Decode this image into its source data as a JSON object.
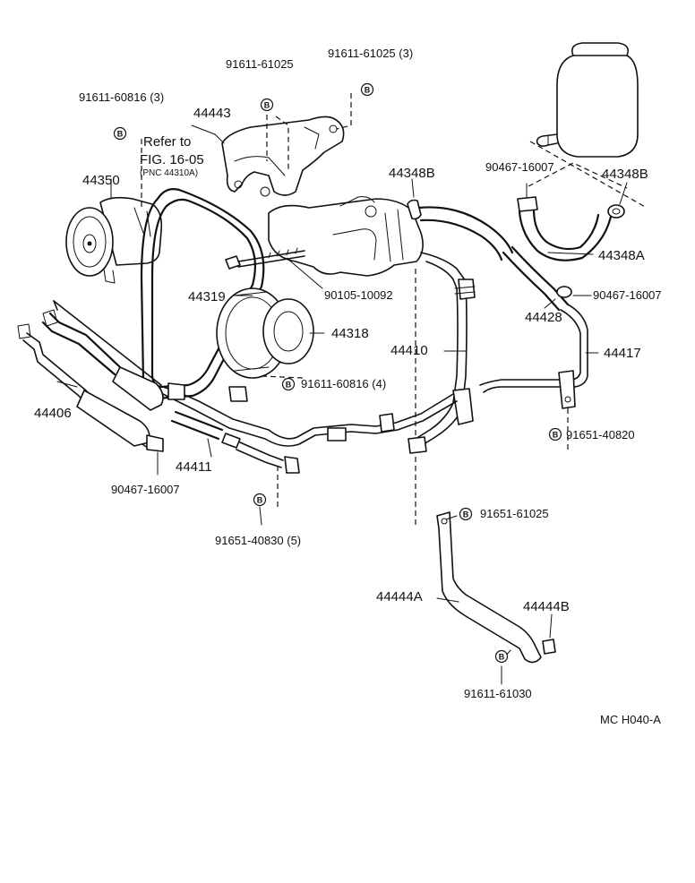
{
  "bolt_symbol": "B",
  "labels": {
    "p44350": "44350",
    "p44443": "44443",
    "p44348b_mid": "44348B",
    "p44348b_right": "44348B",
    "p44348a": "44348A",
    "p44428": "44428",
    "p44417": "44417",
    "p44410": "44410",
    "p44319": "44319",
    "p44318": "44318",
    "p44406": "44406",
    "p44411": "44411",
    "p44444a": "44444A",
    "p44444b": "44444B",
    "b_91611_61025": "91611-61025",
    "b_91611_61025_3": "91611-61025 (3)",
    "b_91611_60816_3": "91611-60816 (3)",
    "c_90467_16007_top": "90467-16007",
    "c_90467_16007_right": "90467-16007",
    "c_90467_16007_left": "90467-16007",
    "b_90105_10092": "90105-10092",
    "b_91611_60816_4": "91611-60816 (4)",
    "b_91651_40820": "91651-40820",
    "b_91651_61025": "91651-61025",
    "b_91651_40830_5": "91651-40830 (5)",
    "b_91611_61030": "91611-61030",
    "ref_line1": "Refer to",
    "ref_line2": "FIG. 16-05",
    "ref_line3": "(PNC 44310A)",
    "diagram_code": "MC H040-A"
  }
}
